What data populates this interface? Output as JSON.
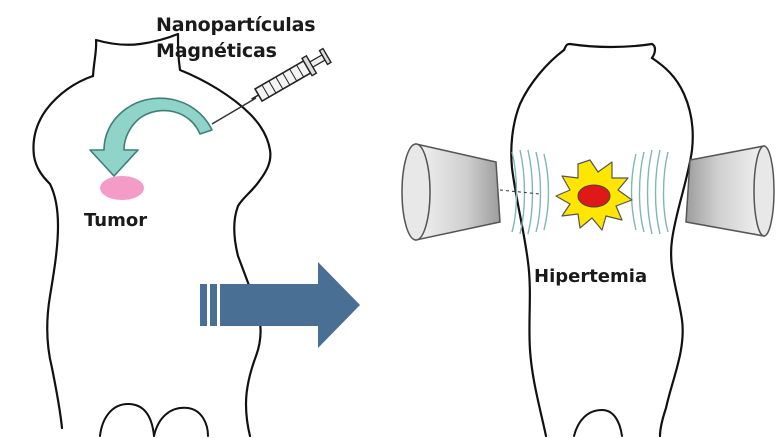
{
  "labels": {
    "nanoparticles_line1": "Nanopartículas",
    "nanoparticles_line2": "Magnéticas",
    "tumor": "Tumor",
    "hyperthermia": "Hipertemia"
  },
  "colors": {
    "outline": "#111111",
    "curved_arrow": "#8fd3c9",
    "curved_arrow_stroke": "#3f7f78",
    "tumor_pink": "#f39cc7",
    "process_arrow": "#4a6f94",
    "heat_burst": "#ffe600",
    "heat_core": "#e01818",
    "field_lines": "#7fb7b4",
    "coil_gray": "#c9c9c9"
  },
  "icons": {
    "injection": "syringe-icon",
    "direction": "curved-arrow-icon",
    "process": "right-arrow-icon",
    "heat": "heat-burst-icon"
  }
}
